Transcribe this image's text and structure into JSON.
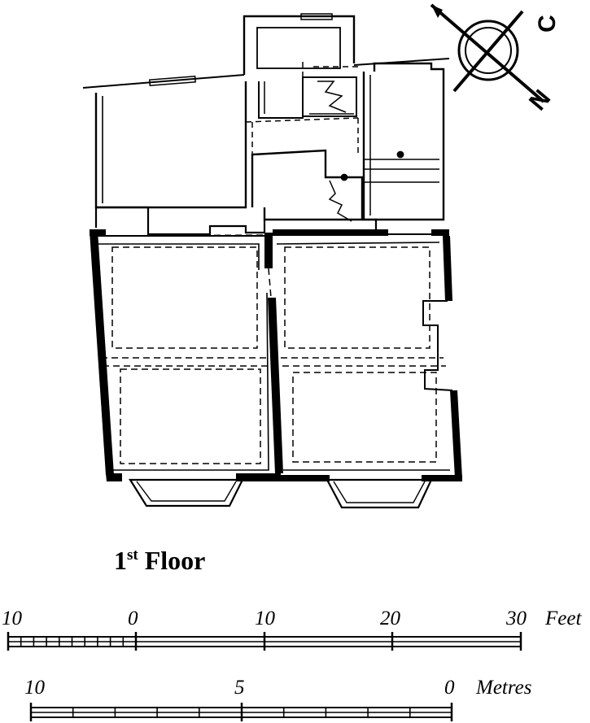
{
  "plan": {
    "title_main": "1",
    "title_sup": "st",
    "title_rest": " Floor"
  },
  "compass": {
    "north_label": "N",
    "c_label": "C"
  },
  "scale_feet": {
    "tick_labels": [
      "10",
      "0",
      "10",
      "20",
      "30"
    ],
    "unit": "Feet"
  },
  "scale_metres": {
    "tick_labels": [
      "10",
      "5",
      "0"
    ],
    "unit": "Metres"
  }
}
